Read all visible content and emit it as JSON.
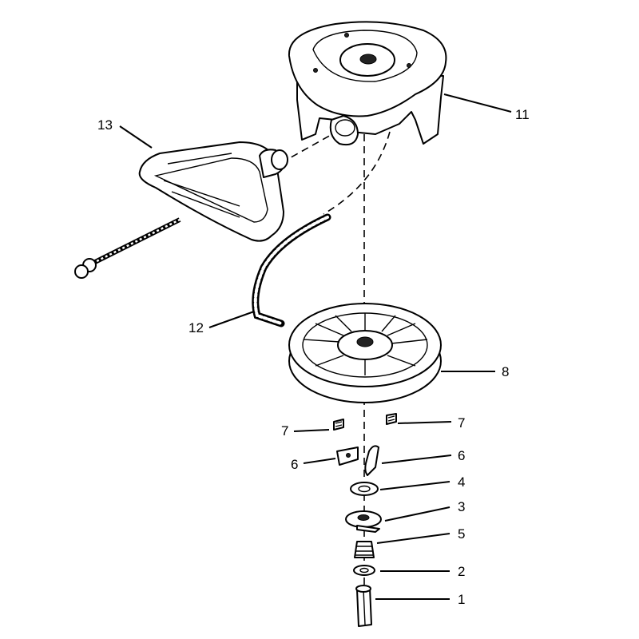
{
  "callouts": {
    "c1": "1",
    "c2": "2",
    "c3": "3",
    "c4": "4",
    "c5": "5",
    "c6_left": "6",
    "c6_right": "6",
    "c7_left": "7",
    "c7_right": "7",
    "c8": "8",
    "c11": "11",
    "c12": "12",
    "c13": "13"
  },
  "colors": {
    "line": "#000000",
    "background": "#ffffff"
  }
}
